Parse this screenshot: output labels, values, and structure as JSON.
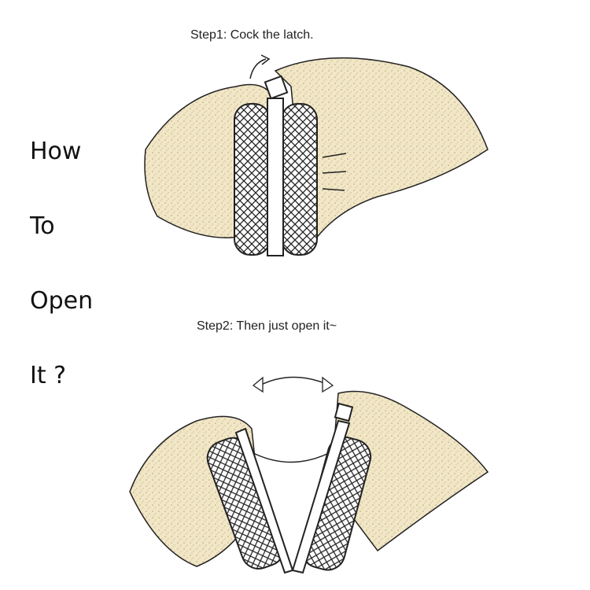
{
  "title_words": [
    "How",
    "To",
    "Open",
    "It ?"
  ],
  "steps": [
    {
      "label": "Step1: Cock the latch."
    },
    {
      "label": "Step2: Then just open it~"
    }
  ],
  "colors": {
    "sand": "#efe4c2",
    "ink": "#222222"
  }
}
